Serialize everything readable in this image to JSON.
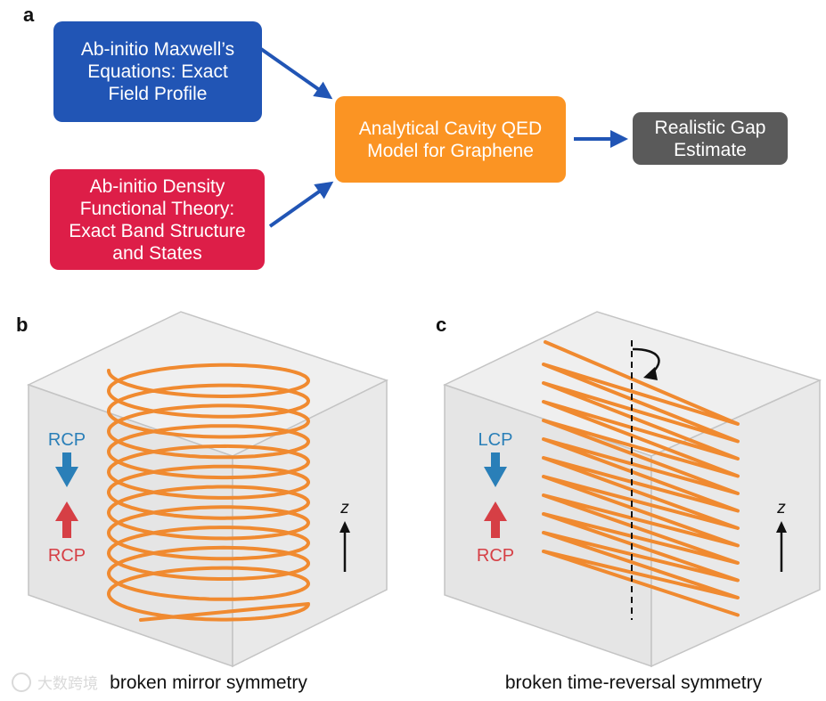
{
  "panel_a": {
    "label": "a",
    "box_maxwell": {
      "lines": [
        "Ab-initio Maxwell’s",
        "Equations: Exact",
        "Field Profile"
      ],
      "color": "#2155B5"
    },
    "box_dft": {
      "lines": [
        "Ab-initio Density",
        "Functional Theory:",
        "Exact Band Structure",
        "and States"
      ],
      "color": "#DD1E48"
    },
    "box_qed": {
      "lines": [
        "Analytical Cavity QED",
        "Model for Graphene"
      ],
      "color": "#FB9423"
    },
    "box_gap": {
      "lines": [
        "Realistic Gap",
        "Estimate"
      ],
      "color": "#5A5A5A"
    },
    "arrow_color": "#2155B5"
  },
  "panel_b": {
    "label": "b",
    "top_label": "RCP",
    "bottom_label": "RCP",
    "axis_label": "z",
    "caption": "broken mirror symmetry"
  },
  "panel_c": {
    "label": "c",
    "top_label": "LCP",
    "bottom_label": "RCP",
    "axis_label": "z",
    "caption": "broken time-reversal symmetry"
  },
  "colors": {
    "helix": "#F08A30",
    "blue_arrow": "#2A7FB8",
    "red_arrow": "#D63F45",
    "cube_fill": "#E8E8E8",
    "cube_edge": "#C4C4C4"
  },
  "watermark": "大数跨境"
}
